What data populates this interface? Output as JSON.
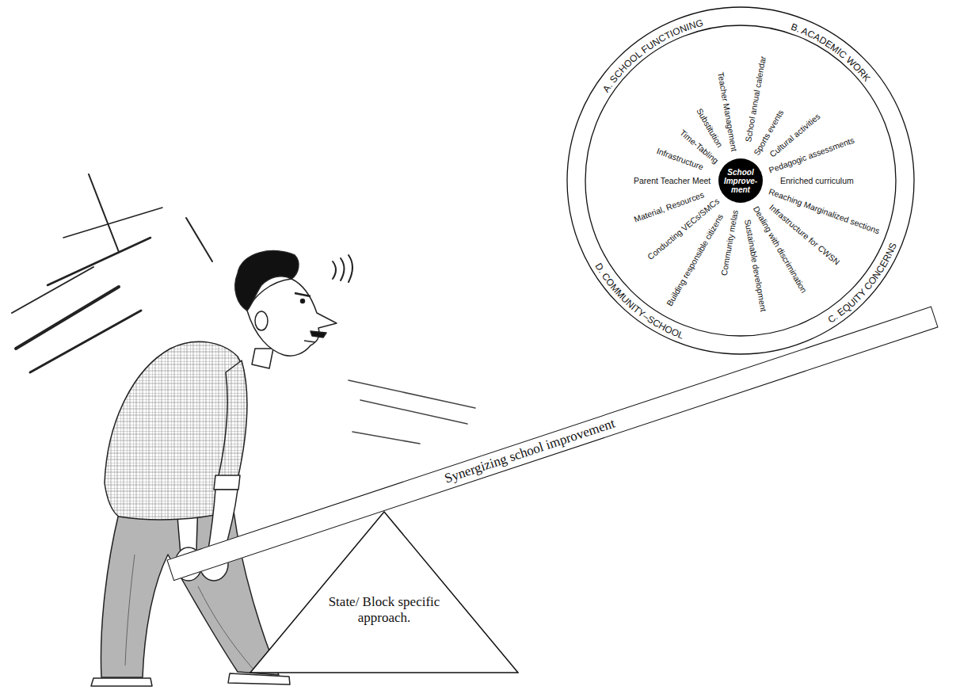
{
  "diagram": {
    "nodes": [
      {
        "text": [
          "A. SCHOOL FUNCTIONING",
          "B. ACADEMIC WORK",
          "C. EQUITY CONCERNS",
          "D. COMMUNITY–SCHOOL"
        ]
      },
      {
        "text": [
          "School Improve- ment"
        ],
        "in": 0
      },
      {
        "text": [
          "Synergizing school improvement"
        ]
      },
      {
        "text": [
          "State/ Block specific approach."
        ]
      }
    ],
    "labels": [
      "School annual calendar",
      "Sports events",
      "Cultural activities",
      "Pedagogic assessments",
      "Enriched curriculum",
      "Reaching Marginalized sections",
      "Infrastructure for CWSN",
      "Dealing with discrimination",
      "Sustainable development",
      "Community melas",
      "Building responsible citizens",
      "Conducting VECs/SMCs",
      "Material, Resources",
      "Parent Teacher Meet",
      "Infrastructure",
      "Time-Tabling",
      "Substitution",
      "Teacher Management"
    ]
  }
}
